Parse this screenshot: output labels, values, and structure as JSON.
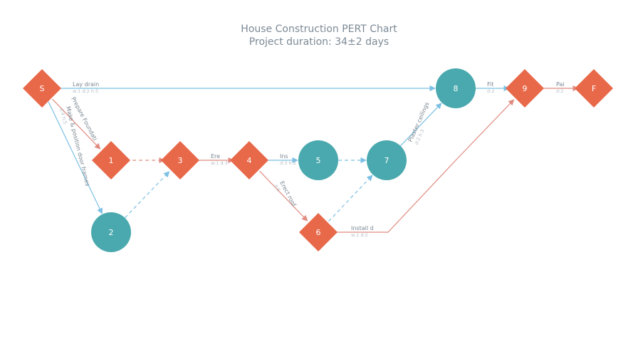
{
  "title": "House Construction PERT Chart",
  "subtitle": "Project duration: 34±2 days",
  "colors": {
    "milestone": "#e8694a",
    "critical_node": "#4aa9ae",
    "edge_blue": "#7cc0e3",
    "edge_red": "#e08b80",
    "text": "#7d8a96"
  },
  "nodes": [
    {
      "id": "S",
      "label": "S",
      "shape": "diamond"
    },
    {
      "id": "1",
      "label": "1",
      "shape": "diamond"
    },
    {
      "id": "2",
      "label": "2",
      "shape": "circle"
    },
    {
      "id": "3",
      "label": "3",
      "shape": "diamond"
    },
    {
      "id": "4",
      "label": "4",
      "shape": "diamond"
    },
    {
      "id": "5",
      "label": "5",
      "shape": "circle"
    },
    {
      "id": "6",
      "label": "6",
      "shape": "diamond"
    },
    {
      "id": "7",
      "label": "7",
      "shape": "circle"
    },
    {
      "id": "8",
      "label": "8",
      "shape": "circle"
    },
    {
      "id": "9",
      "label": "9",
      "shape": "diamond"
    },
    {
      "id": "F",
      "label": "F",
      "shape": "diamond"
    }
  ],
  "edges": [
    {
      "from": "S",
      "to": "8",
      "name": "Lay drain",
      "meta": "w:1 d:2 h:5",
      "color": "blue",
      "dashed": false
    },
    {
      "from": "S",
      "to": "1",
      "name": "Prepare Foundati",
      "meta": "",
      "color": "red",
      "dashed": false
    },
    {
      "from": "S",
      "to": "2",
      "name": "Make & position door frames",
      "meta": "d:4 h:5",
      "color": "blue",
      "dashed": false
    },
    {
      "from": "1",
      "to": "3",
      "name": "",
      "meta": "",
      "color": "red",
      "dashed": true
    },
    {
      "from": "2",
      "to": "3",
      "name": "",
      "meta": "",
      "color": "blue",
      "dashed": true
    },
    {
      "from": "3",
      "to": "4",
      "name": "Ere",
      "meta": "w:1 d:3",
      "color": "red",
      "dashed": false
    },
    {
      "from": "4",
      "to": "5",
      "name": "Ins",
      "meta": "d:3 h:2",
      "color": "blue",
      "dashed": false
    },
    {
      "from": "4",
      "to": "6",
      "name": "Erect roof",
      "meta": "d:6",
      "color": "red",
      "dashed": false
    },
    {
      "from": "5",
      "to": "7",
      "name": "",
      "meta": "",
      "color": "blue",
      "dashed": true
    },
    {
      "from": "6",
      "to": "7",
      "name": "",
      "meta": "",
      "color": "blue",
      "dashed": true
    },
    {
      "from": "6",
      "to": "9",
      "name": "Install d",
      "meta": "w:1 d:2",
      "color": "red",
      "dashed": false
    },
    {
      "from": "7",
      "to": "8",
      "name": "Plaster ceilings",
      "meta": "d:2 h:3",
      "color": "blue",
      "dashed": false
    },
    {
      "from": "8",
      "to": "9",
      "name": "Fit",
      "meta": "d:2",
      "color": "blue",
      "dashed": false
    },
    {
      "from": "9",
      "to": "F",
      "name": "Pai",
      "meta": "d:2",
      "color": "red",
      "dashed": false
    }
  ]
}
